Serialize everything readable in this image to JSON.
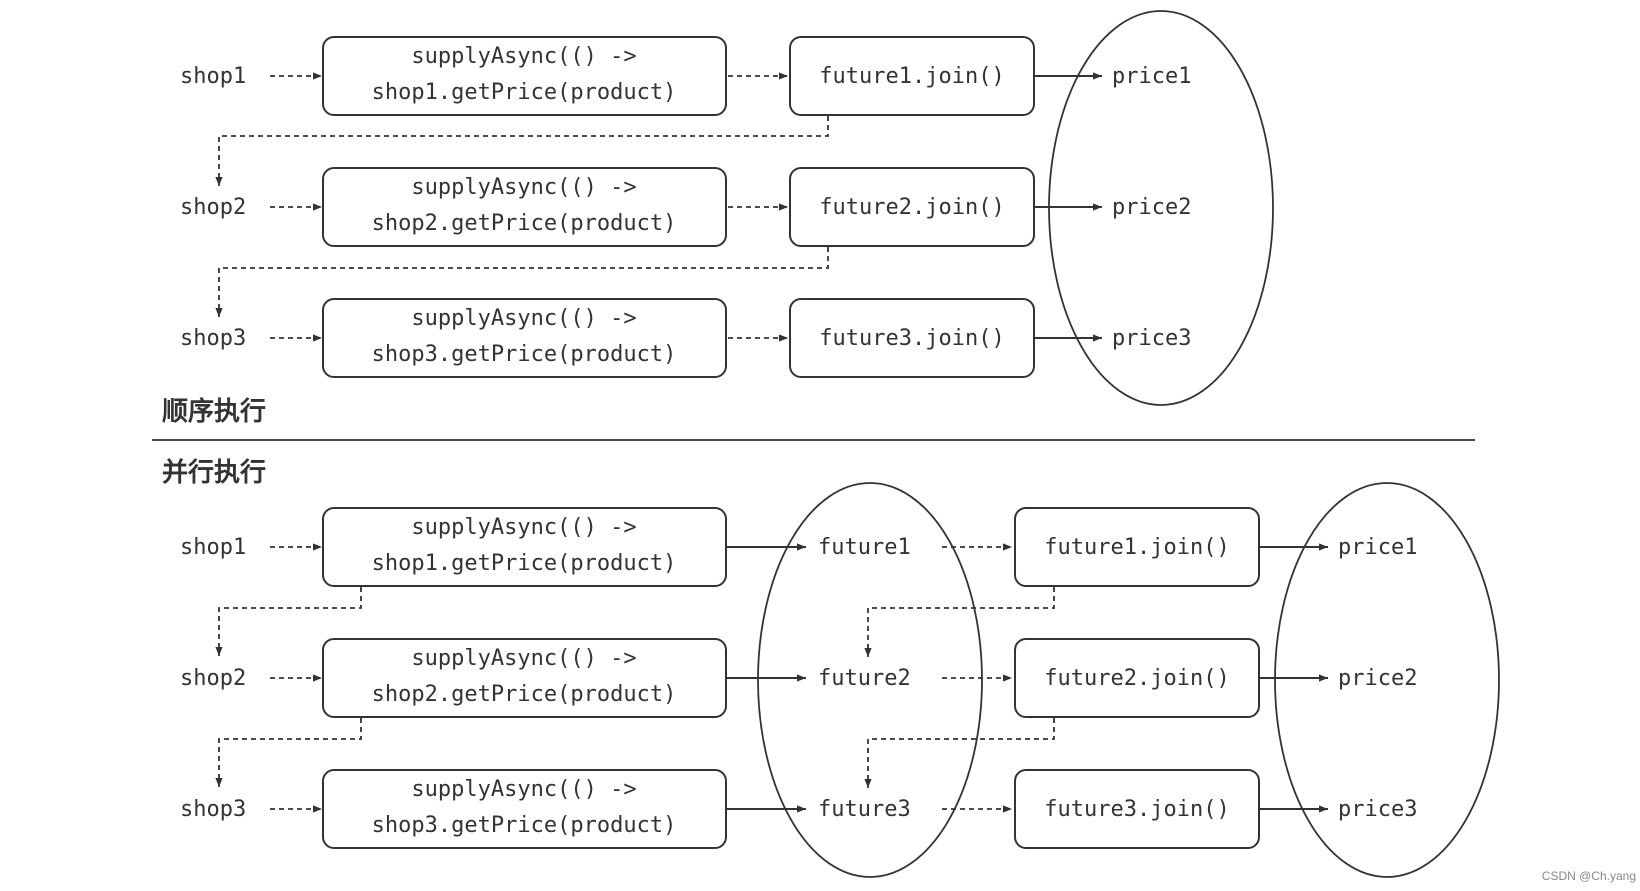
{
  "sequential": {
    "title": "顺序执行",
    "rows": [
      {
        "shop": "shop1",
        "call_line1": "supplyAsync(() ->",
        "call_line2": "shop1.getPrice(product)",
        "join": "future1.join()",
        "price": "price1"
      },
      {
        "shop": "shop2",
        "call_line1": "supplyAsync(() ->",
        "call_line2": "shop2.getPrice(product)",
        "join": "future2.join()",
        "price": "price2"
      },
      {
        "shop": "shop3",
        "call_line1": "supplyAsync(() ->",
        "call_line2": "shop3.getPrice(product)",
        "join": "future3.join()",
        "price": "price3"
      }
    ]
  },
  "parallel": {
    "title": "并行执行",
    "rows": [
      {
        "shop": "shop1",
        "call_line1": "supplyAsync(() ->",
        "call_line2": "shop1.getPrice(product)",
        "future": "future1",
        "join": "future1.join()",
        "price": "price1"
      },
      {
        "shop": "shop2",
        "call_line1": "supplyAsync(() ->",
        "call_line2": "shop2.getPrice(product)",
        "future": "future2",
        "join": "future2.join()",
        "price": "price2"
      },
      {
        "shop": "shop3",
        "call_line1": "supplyAsync(() ->",
        "call_line2": "shop3.getPrice(product)",
        "future": "future3",
        "join": "future3.join()",
        "price": "price3"
      }
    ]
  },
  "watermark": "CSDN @Ch.yang"
}
